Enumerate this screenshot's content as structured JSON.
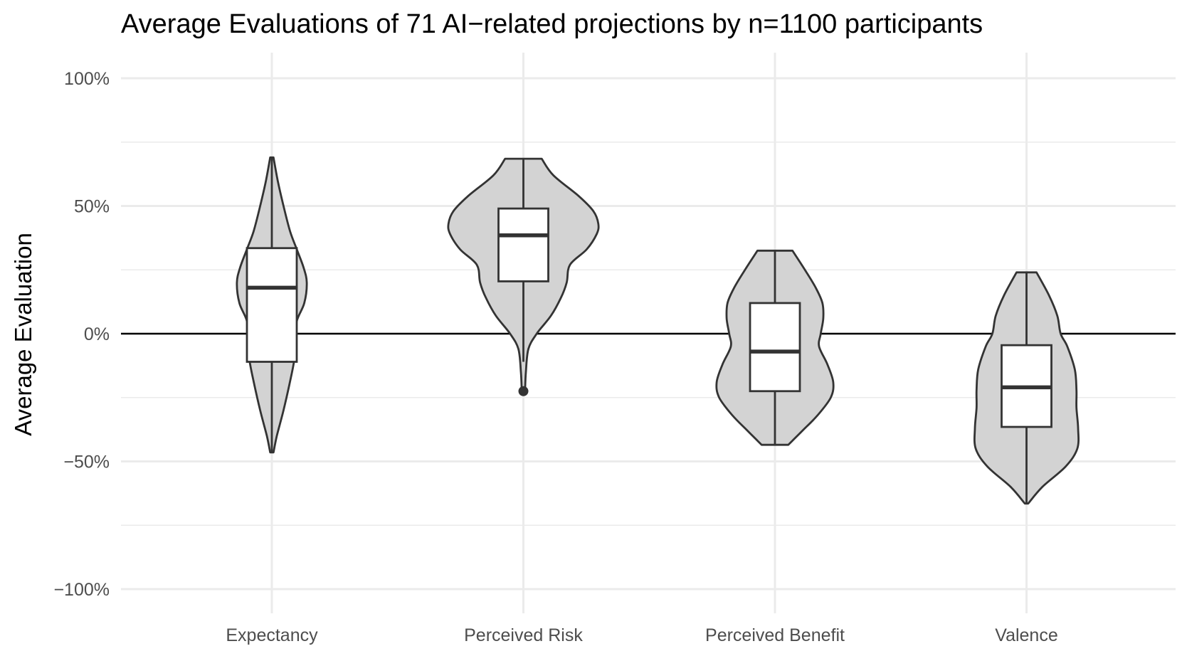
{
  "chart_data": {
    "type": "violin",
    "title": "Average Evaluations of  71 AI−related projections by n=1100 participants",
    "xlabel": "",
    "ylabel": "Average Evaluation",
    "ylim": [
      -1.05,
      1.0
    ],
    "yticks": [
      1.0,
      0.5,
      0.0,
      -0.5,
      -1.0
    ],
    "ytick_labels": [
      "100%",
      "50%",
      "0%",
      "−50%",
      "−100%"
    ],
    "grid": true,
    "reference_line": 0,
    "colors": {
      "violin_fill": "#d3d3d3",
      "stroke": "#333333",
      "box_fill": "#ffffff",
      "grid": "#ebebeb"
    },
    "categories": [
      "Expectancy",
      "Perceived Risk",
      "Perceived Benefit",
      "Valence"
    ],
    "series": [
      {
        "category": "Expectancy",
        "min": -0.465,
        "q1": -0.11,
        "median": 0.18,
        "q3": 0.335,
        "max": 0.69,
        "outliers": [],
        "density": [
          [
            -0.465,
            0.02
          ],
          [
            -0.4,
            0.06
          ],
          [
            -0.3,
            0.14
          ],
          [
            -0.2,
            0.21
          ],
          [
            -0.1,
            0.27
          ],
          [
            -0.03,
            0.27
          ],
          [
            0.05,
            0.3
          ],
          [
            0.12,
            0.39
          ],
          [
            0.2,
            0.42
          ],
          [
            0.26,
            0.38
          ],
          [
            0.33,
            0.3
          ],
          [
            0.4,
            0.22
          ],
          [
            0.5,
            0.14
          ],
          [
            0.6,
            0.07
          ],
          [
            0.69,
            0.02
          ]
        ]
      },
      {
        "category": "Perceived Risk",
        "min": -0.11,
        "q1": 0.205,
        "median": 0.385,
        "q3": 0.49,
        "max": 0.685,
        "outliers": [
          -0.225
        ],
        "density": [
          [
            -0.225,
            0.02
          ],
          [
            -0.15,
            0.03
          ],
          [
            -0.06,
            0.06
          ],
          [
            0.0,
            0.16
          ],
          [
            0.07,
            0.33
          ],
          [
            0.14,
            0.45
          ],
          [
            0.2,
            0.52
          ],
          [
            0.27,
            0.56
          ],
          [
            0.33,
            0.76
          ],
          [
            0.39,
            0.88
          ],
          [
            0.43,
            0.9
          ],
          [
            0.48,
            0.84
          ],
          [
            0.54,
            0.66
          ],
          [
            0.62,
            0.36
          ],
          [
            0.685,
            0.22
          ]
        ]
      },
      {
        "category": "Perceived Benefit",
        "min": -0.435,
        "q1": -0.225,
        "median": -0.07,
        "q3": 0.12,
        "max": 0.325,
        "outliers": [],
        "density": [
          [
            -0.435,
            0.16
          ],
          [
            -0.38,
            0.33
          ],
          [
            -0.32,
            0.51
          ],
          [
            -0.25,
            0.67
          ],
          [
            -0.19,
            0.7
          ],
          [
            -0.12,
            0.63
          ],
          [
            -0.05,
            0.53
          ],
          [
            0.0,
            0.55
          ],
          [
            0.06,
            0.58
          ],
          [
            0.12,
            0.57
          ],
          [
            0.18,
            0.49
          ],
          [
            0.25,
            0.36
          ],
          [
            0.325,
            0.21
          ]
        ]
      },
      {
        "category": "Valence",
        "min": -0.665,
        "q1": -0.365,
        "median": -0.21,
        "q3": -0.045,
        "max": 0.24,
        "outliers": [],
        "density": [
          [
            -0.665,
            0.02
          ],
          [
            -0.6,
            0.19
          ],
          [
            -0.52,
            0.47
          ],
          [
            -0.45,
            0.61
          ],
          [
            -0.37,
            0.62
          ],
          [
            -0.29,
            0.6
          ],
          [
            -0.22,
            0.6
          ],
          [
            -0.14,
            0.58
          ],
          [
            -0.05,
            0.49
          ],
          [
            0.0,
            0.41
          ],
          [
            0.07,
            0.37
          ],
          [
            0.15,
            0.27
          ],
          [
            0.24,
            0.12
          ]
        ]
      }
    ]
  }
}
